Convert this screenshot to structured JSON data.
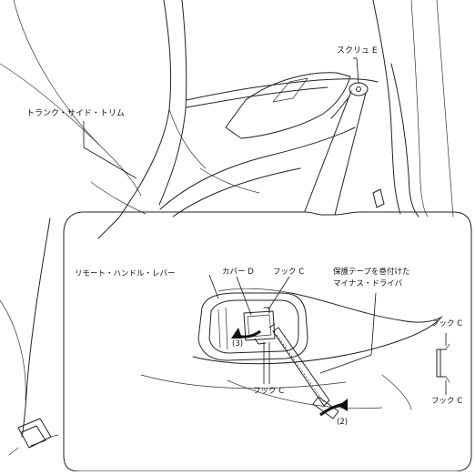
{
  "labels": {
    "screw_e": "スクリュ E",
    "trunk_side_trim": "トランク・サイド・トリム",
    "remote_handle_lever": "リモート・ハンドル・レバー",
    "cover_d": "カバー D",
    "hook_c_top": "フック C",
    "hook_c_bottom": "フック C",
    "driver_line1": "保護テープを巻付けた",
    "driver_line2": "マイナス・ドライバ",
    "step3": "(3)",
    "step2": "(2)",
    "detail_hook_top": "フック C",
    "detail_hook_bottom": "フック C"
  }
}
